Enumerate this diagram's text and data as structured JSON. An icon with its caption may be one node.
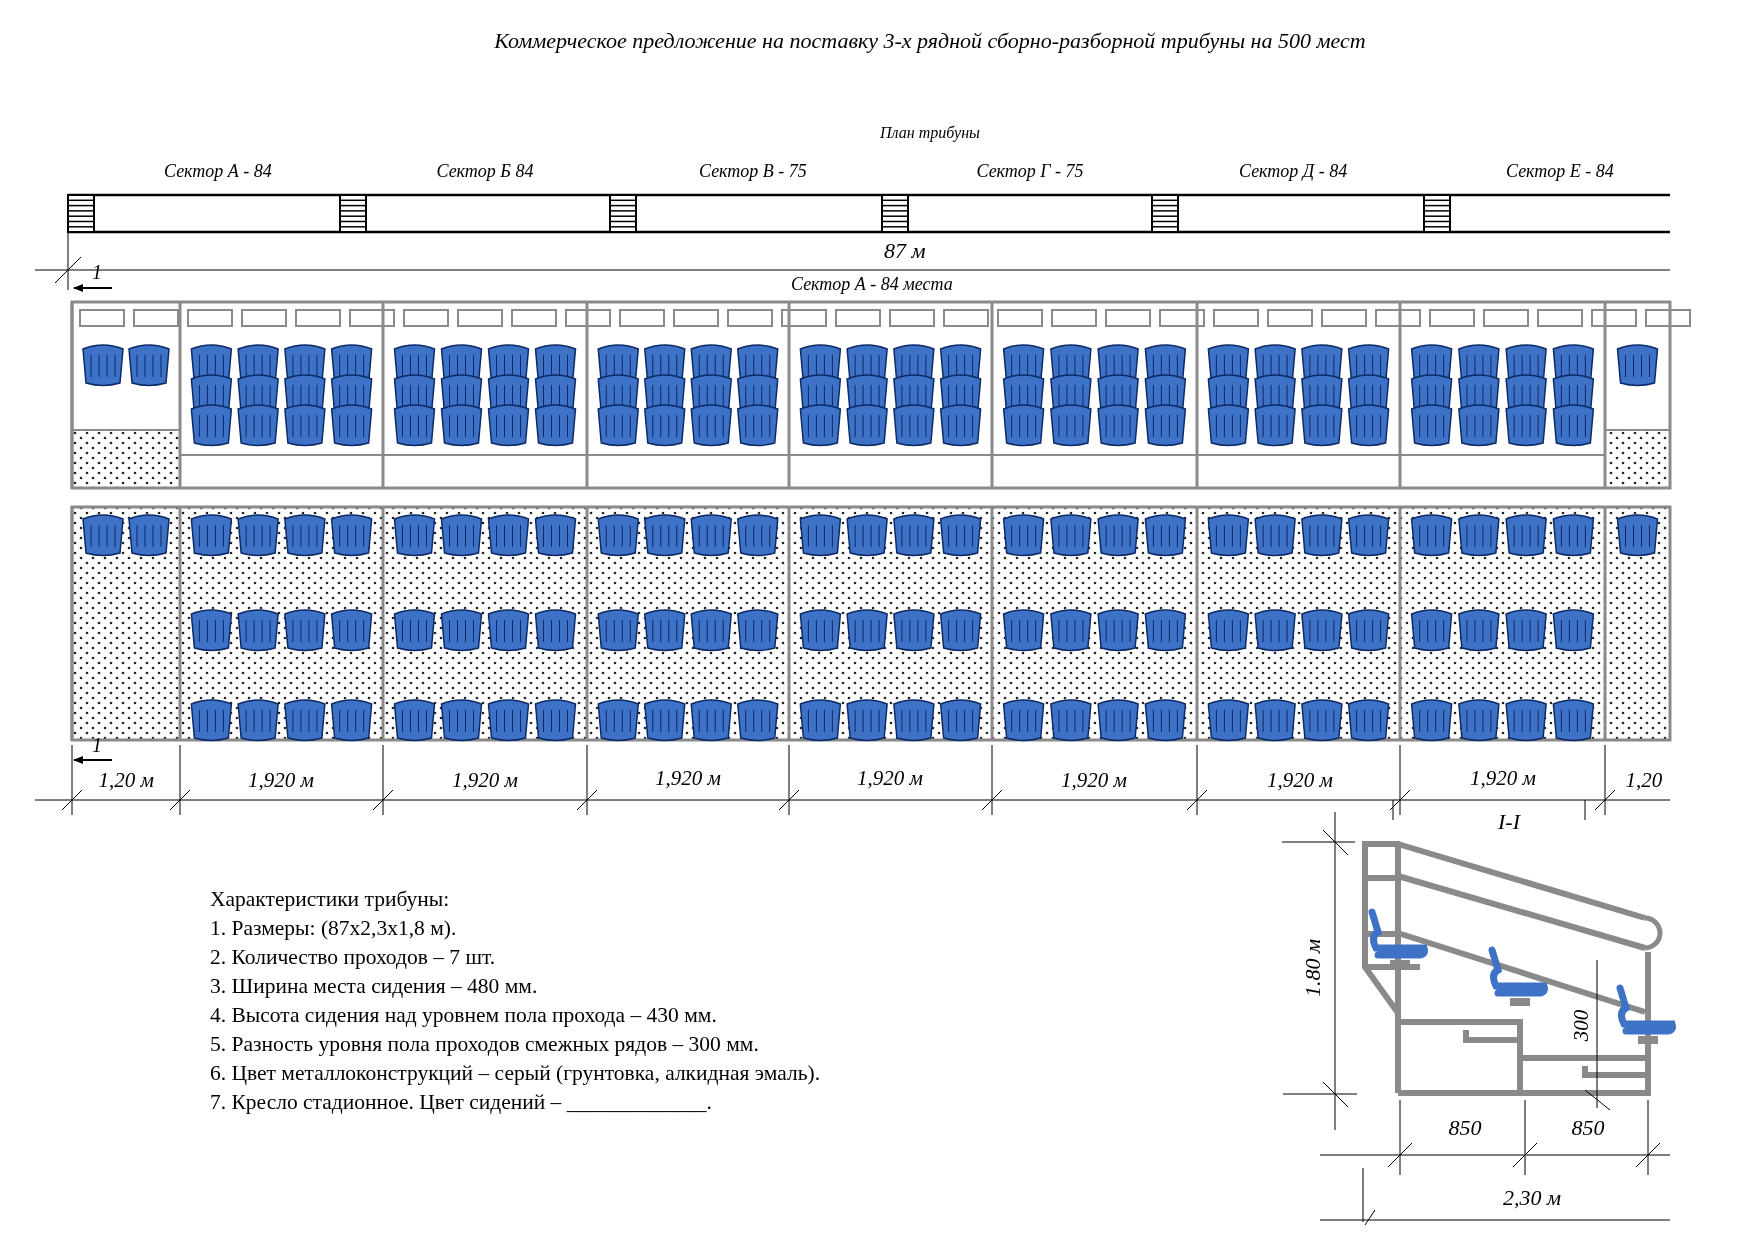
{
  "diagram": {
    "title": "Коммерческое предложение на поставку 3-х рядной сборно-разборной трибуны на 500 мест",
    "labels": [
      "План трибуны",
      "Сектор А - 84",
      "Сектор Б 84",
      "Сектор В - 75",
      "Сектор Г - 75",
      "Сектор Д - 84",
      "Сектор Е - 84",
      "87 м",
      "1",
      "Сектор А - 84 места",
      "1",
      "1,20 м",
      "1,920 м",
      "1,920 м",
      "1,920 м",
      "1,920 м",
      "1,920 м",
      "1,920 м",
      "1,920 м",
      "1,20",
      "I-I",
      "1.80 м",
      "300",
      "850",
      "850",
      "2,30 м",
      "Характеристики трибуны:",
      "1. Размеры: (87х2,3х1,8 м).",
      "2. Количество проходов – 7 шт.",
      "3. Ширина места сидения – 480 мм.",
      "4. Высота сидения над уровнем пола прохода – 430 мм.",
      "5. Разность уровня пола проходов смежных рядов – 300 мм.",
      "6. Цвет металлоконструкций – серый (грунтовка, алкидная эмаль).",
      "7. Кресло стадионное. Цвет сидений – _____________."
    ]
  }
}
